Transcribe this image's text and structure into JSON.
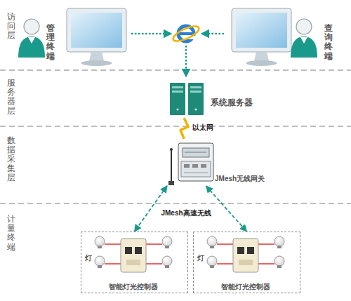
{
  "diagram": {
    "nodes": [
      {
        "text": [
          "访问层"
        ]
      },
      {
        "text": [
          "管理终端"
        ],
        "in": 0
      },
      {
        "text": [
          "查询终端"
        ],
        "in": 0
      },
      {
        "text": [
          "服务器层"
        ]
      },
      {
        "text": [
          "系统服务器"
        ],
        "in": 3
      },
      {
        "text": [
          "数据采集层"
        ]
      },
      {
        "text": [
          "JMesh无线网关"
        ],
        "in": 5
      },
      {
        "text": [
          "计量终端"
        ]
      },
      {
        "text": [
          "智能灯光控制器",
          "灯"
        ],
        "in": 7
      },
      {
        "text": [
          "智能灯光控制器",
          "灯"
        ],
        "in": 7
      }
    ],
    "edges": [
      {
        "from": 4,
        "to": 6,
        "label": "以太网",
        "arrow": "none"
      },
      {
        "from": 6,
        "to": 8,
        "arrow": "both"
      },
      {
        "from": 6,
        "to": 9,
        "arrow": "both"
      }
    ],
    "labels": [
      "JMesh高速无线"
    ]
  }
}
